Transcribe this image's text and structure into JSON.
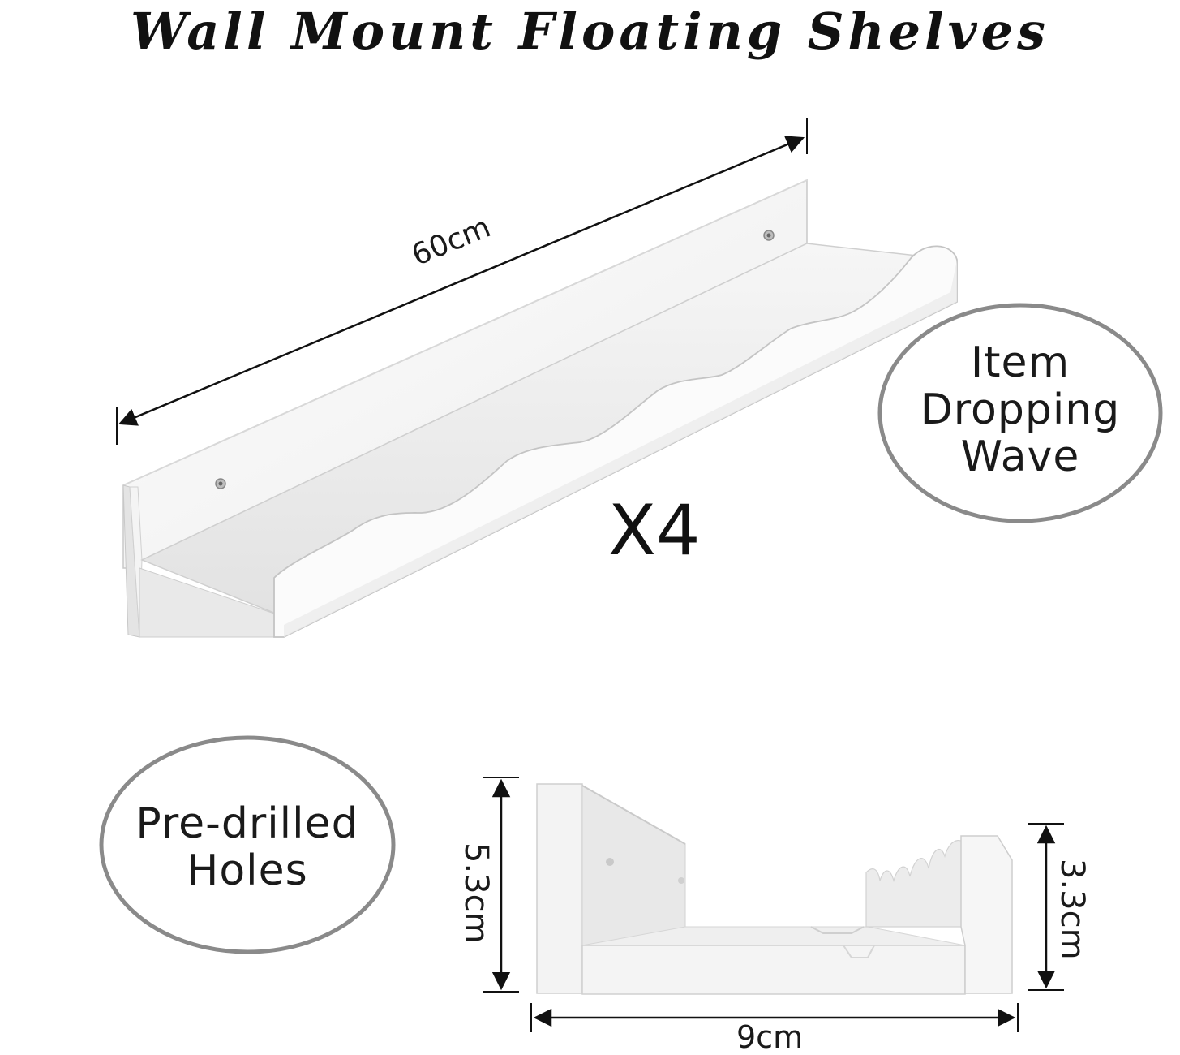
{
  "title": "Wall Mount Floating Shelves",
  "length_label": "60cm",
  "quantity_label": "X4",
  "callout_wave": [
    "Item",
    "Dropping",
    "Wave"
  ],
  "callout_holes": [
    "Pre-drilled",
    "Holes"
  ],
  "height_label": "5.3cm",
  "lip_height_label": "3.3cm",
  "depth_label": "9cm",
  "colors": {
    "shelf": "#ffffff",
    "shelf_shade": "#e6e6e6",
    "outline": "#888888",
    "ink": "#111111"
  }
}
